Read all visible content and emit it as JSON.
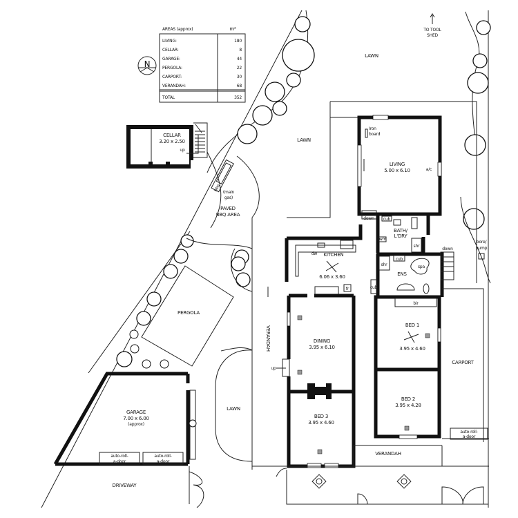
{
  "areas_table": {
    "title": "AREAS (approx)",
    "unit": "m²",
    "rows": [
      {
        "label": "LIVING:",
        "value": "180"
      },
      {
        "label": "CELLAR:",
        "value": "8"
      },
      {
        "label": "GARAGE:",
        "value": "44"
      },
      {
        "label": "PERGOLA:",
        "value": "22"
      },
      {
        "label": "CARPORT:",
        "value": "30"
      },
      {
        "label": "VERANDAH:",
        "value": "68"
      }
    ],
    "total_label": "TOTAL",
    "total_value": "352"
  },
  "north_arrow": {
    "label": "N"
  },
  "rooms": {
    "cellar": {
      "name": "CELLAR",
      "dims": "3.20 x 2.50"
    },
    "living": {
      "name": "LIVING",
      "dims": "5.00 x 6.10"
    },
    "kitchen": {
      "name": "KITCHEN",
      "dims": "6.06 x 3.60"
    },
    "bath": {
      "name": "BATH/",
      "name2": "L'DRY"
    },
    "ens": {
      "name": "ENS"
    },
    "dining": {
      "name": "DINING",
      "dims": "3.95 x 6.10"
    },
    "bed1": {
      "name": "BED 1",
      "dims": "3.95 x 4.60"
    },
    "bed2": {
      "name": "BED 2",
      "dims": "3.95 x 4.28"
    },
    "bed3": {
      "name": "BED 3",
      "dims": "3.95 x 4.60"
    },
    "garage": {
      "name": "GARAGE",
      "dims": "7.00 x 6.00",
      "note": "(approx)"
    },
    "carport": {
      "name": "CARPORT"
    },
    "pergola": {
      "name": "PERGOLA"
    },
    "bbq": {
      "name": "PAVED",
      "name2": "BBQ AREA"
    }
  },
  "outdoor_labels": {
    "lawn": "LAWN",
    "verandah": "VERANDAH",
    "driveway": "DRIVEWAY",
    "tool_shed_1": "TO TOOL",
    "tool_shed_2": "SHED",
    "bore_1": "bore/",
    "bore_2": "pump",
    "main_gas_1": "(main",
    "main_gas_2": "gas)",
    "bbq_unit": "bbq"
  },
  "fixtures": {
    "iron_board_1": "Iron",
    "iron_board_2": "board",
    "ac": "a/c",
    "down": "down",
    "up": "up",
    "cub": "cub",
    "wm": "wm",
    "shr": "shr",
    "spa": "spa",
    "dw": "dw",
    "fr": "fr",
    "bir": "bir",
    "auto_door_1": "auto-roll-",
    "auto_door_2": "a-door"
  }
}
